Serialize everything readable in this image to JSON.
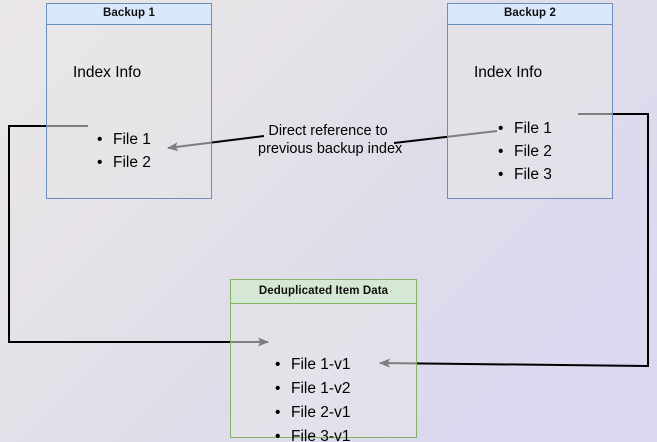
{
  "diagram": {
    "title_internal": "backup-deduplication-diagram",
    "colors": {
      "blue_border": "#6c8ebf",
      "blue_header_fill": "#dae8fc",
      "green_border": "#82b366",
      "green_header_fill": "#d5e8d4",
      "edge_stroke": "#000000",
      "background_start": "#eae7e8",
      "background_end": "#dbd8f3"
    },
    "nodes": [
      {
        "id": "backup1",
        "header": "Backup 1",
        "caption": "Index Info",
        "items": [
          "File 1",
          "File 2"
        ]
      },
      {
        "id": "backup2",
        "header": "Backup 2",
        "caption": "Index Info",
        "items": [
          "File 1",
          "File 2",
          "File 3"
        ]
      },
      {
        "id": "dedup",
        "header": "Deduplicated Item Data",
        "items": [
          "File 1-v1",
          "File 1-v2",
          "File 2-v1",
          "File 3-v1"
        ]
      }
    ],
    "edge_labels": {
      "direct_reference_line1": "Direct reference to",
      "direct_reference_line2": "previous backup index"
    }
  }
}
